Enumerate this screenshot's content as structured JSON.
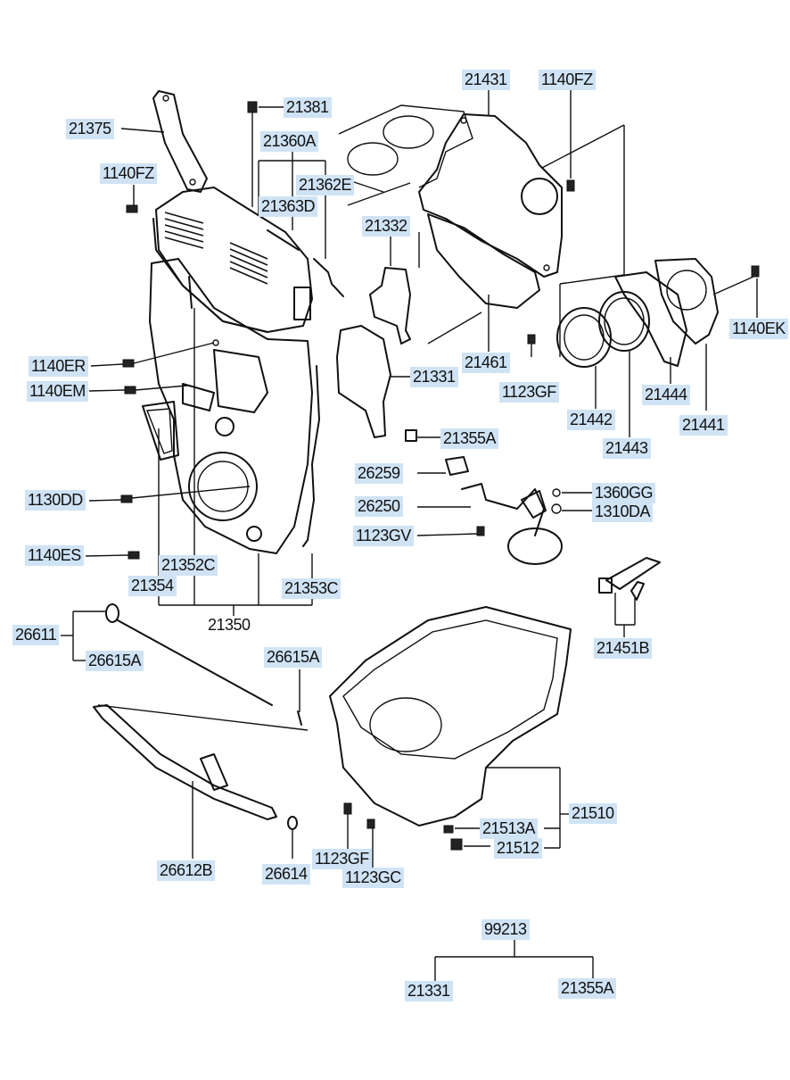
{
  "labels": {
    "p21431": "21431",
    "p1140fz_top": "1140FZ",
    "p21381": "21381",
    "p21375": "21375",
    "p21360a": "21360A",
    "p21362e": "21362E",
    "p1140fz_left": "1140FZ",
    "p21363d": "21363D",
    "p21332": "21332",
    "p1140ek": "1140EK",
    "p1140er": "1140ER",
    "p21461": "21461",
    "p1140em": "1140EM",
    "p21331": "21331",
    "p1123gf_mid": "1123GF",
    "p21444": "21444",
    "p21442": "21442",
    "p21441": "21441",
    "p21355a": "21355A",
    "p21443": "21443",
    "p26259": "26259",
    "p1130dd": "1130DD",
    "p1360gg": "1360GG",
    "p26250": "26250",
    "p1310da": "1310DA",
    "p1123gv": "1123GV",
    "p1140es": "1140ES",
    "p21352c": "21352C",
    "p21354": "21354",
    "p21353c": "21353C",
    "p21350": "21350",
    "p26611": "26611",
    "p21451b": "21451B",
    "p26615a_left": "26615A",
    "p26615a_right": "26615A",
    "p21510": "21510",
    "p21513a": "21513A",
    "p21512": "21512",
    "p26612b": "26612B",
    "p26614": "26614",
    "p1123gf_bottom": "1123GF",
    "p1123gc": "1123GC",
    "p99213": "99213",
    "p21331_kit": "21331",
    "p21355a_kit": "21355A"
  },
  "colors": {
    "label_highlight": "#cfe3f5",
    "line": "#111111",
    "background": "#ffffff"
  }
}
